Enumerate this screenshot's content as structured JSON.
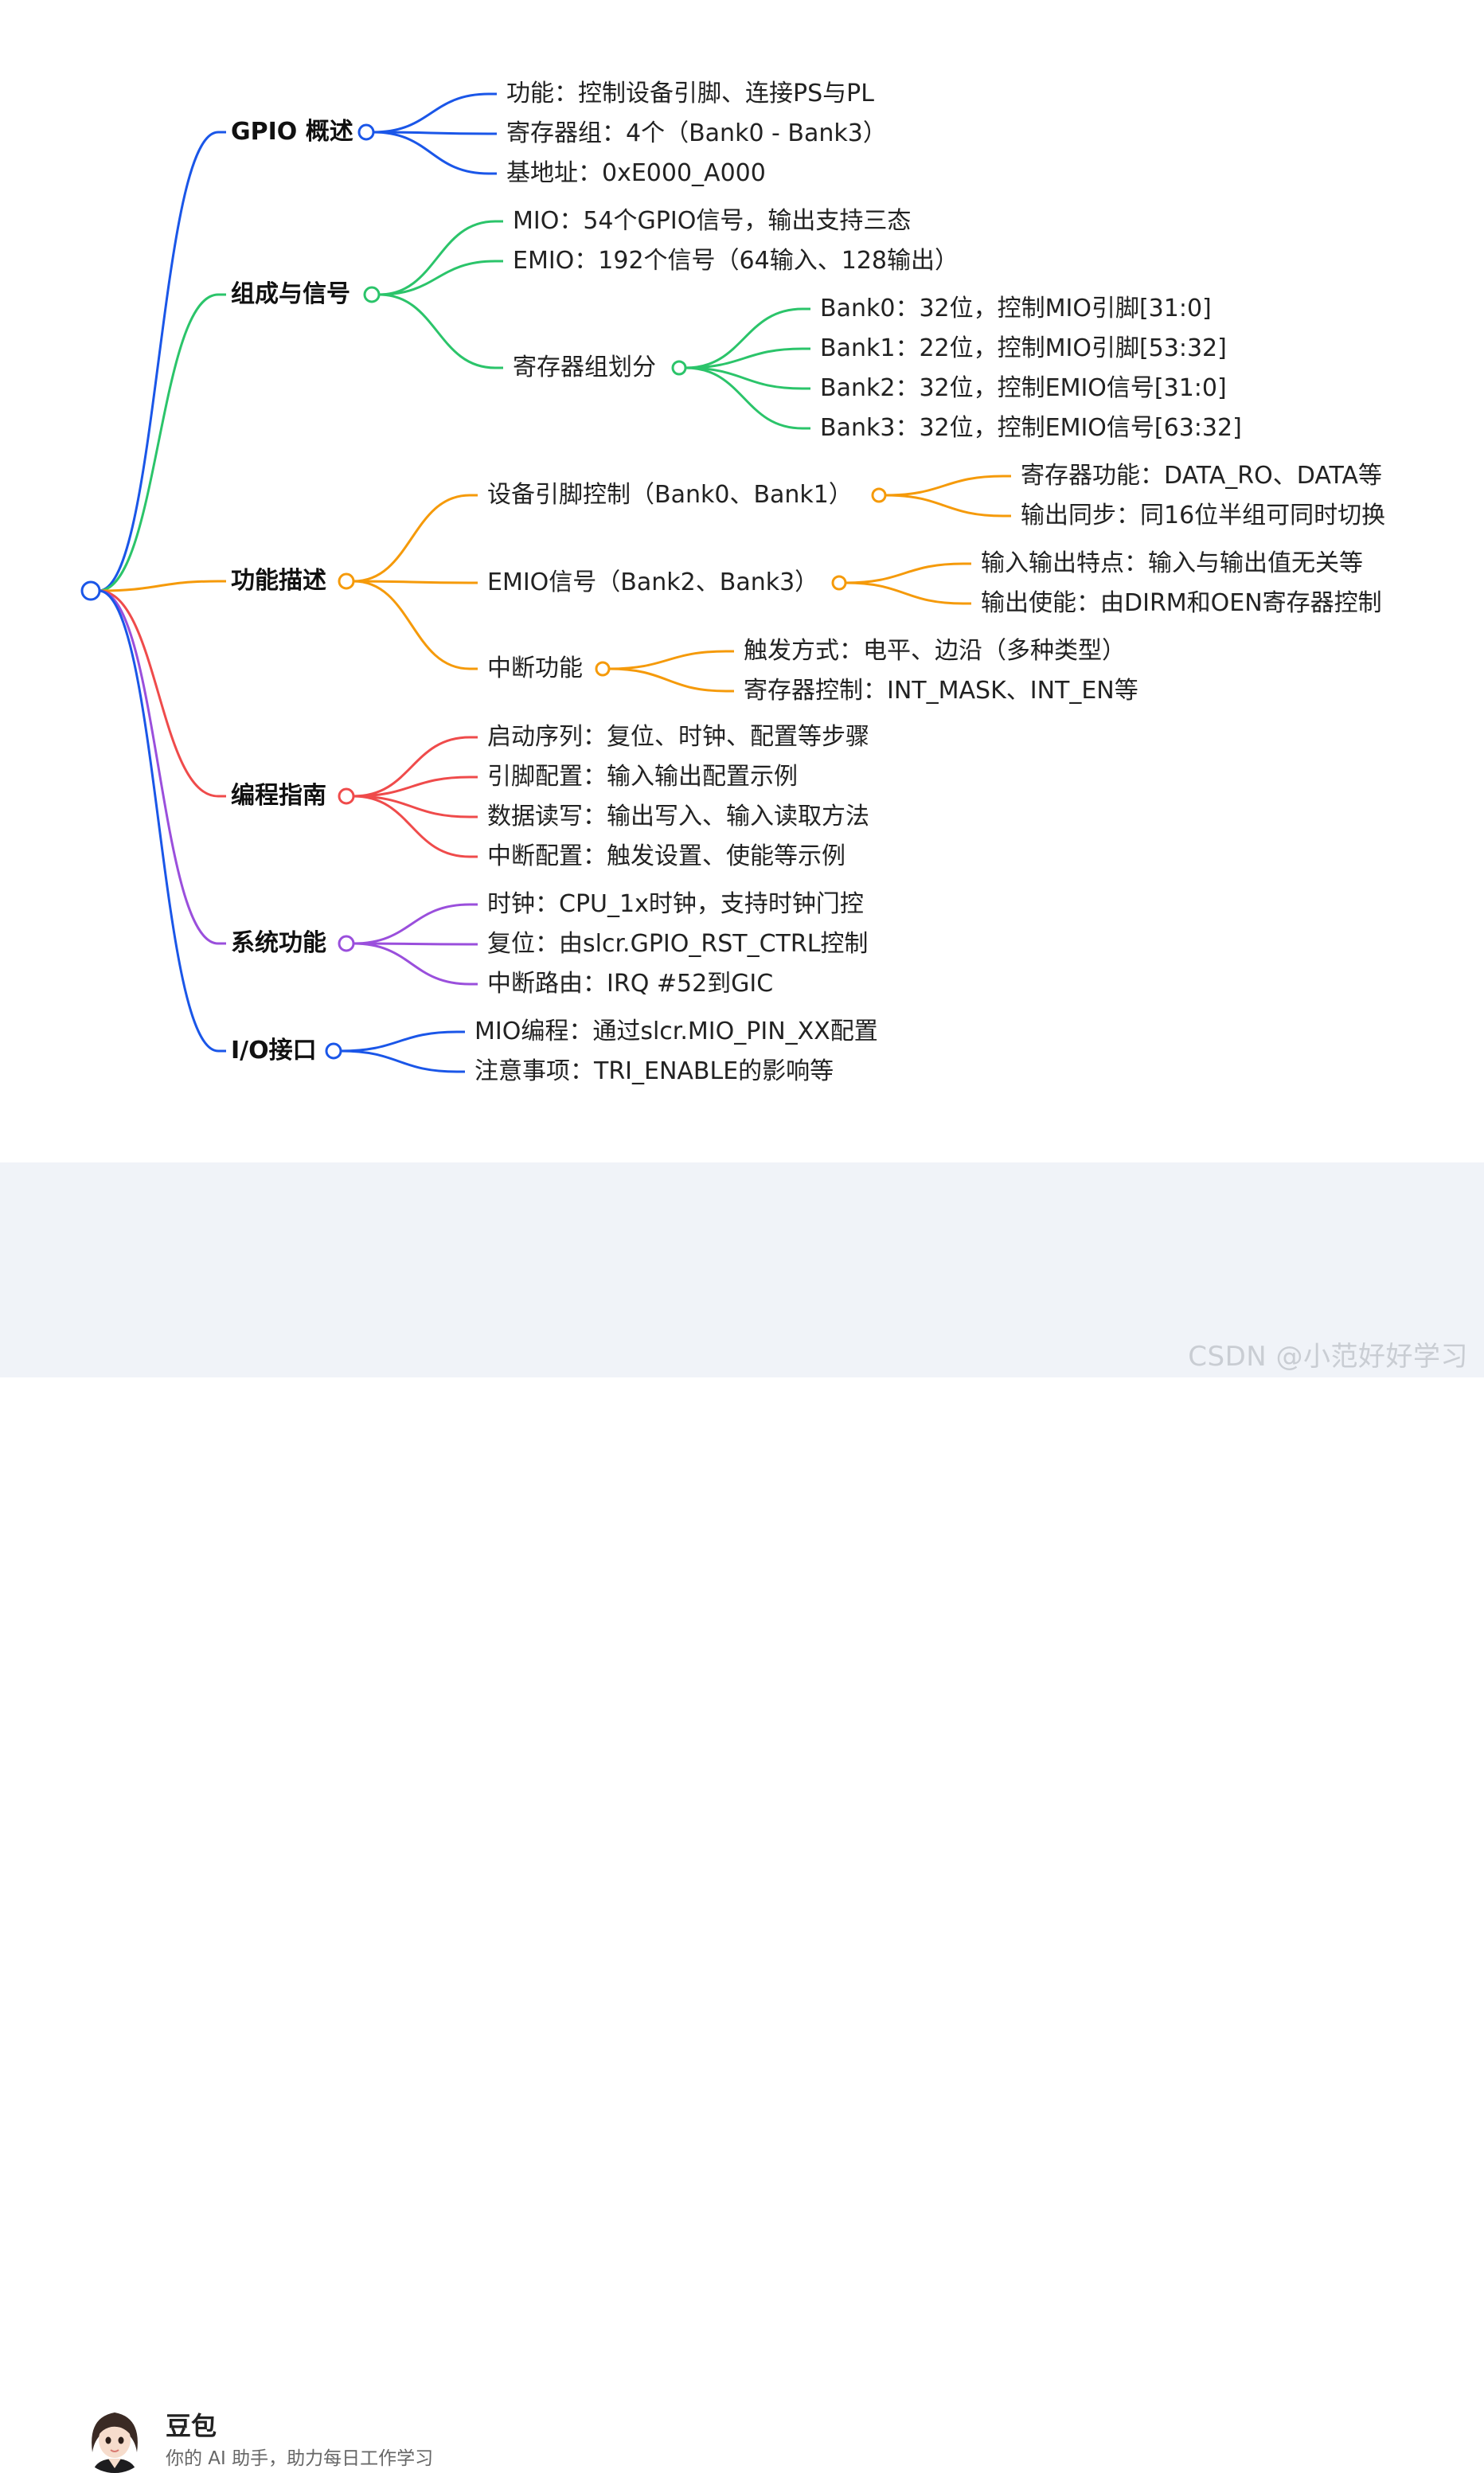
{
  "mindmap": {
    "branches": [
      {
        "label": "GPIO 概述",
        "color": "#1a56e8",
        "children": [
          {
            "label": "功能：控制设备引脚、连接PS与PL"
          },
          {
            "label": "寄存器组：4个（Bank0 - Bank3）"
          },
          {
            "label": "基地址：0xE000_A000"
          }
        ]
      },
      {
        "label": "组成与信号",
        "color": "#2bc46a",
        "children": [
          {
            "label": "MIO：54个GPIO信号，输出支持三态"
          },
          {
            "label": "EMIO：192个信号（64输入、128输出）"
          },
          {
            "label": "寄存器组划分",
            "children": [
              {
                "label": "Bank0：32位，控制MIO引脚[31:0]"
              },
              {
                "label": "Bank1：22位，控制MIO引脚[53:32]"
              },
              {
                "label": "Bank2：32位，控制EMIO信号[31:0]"
              },
              {
                "label": "Bank3：32位，控制EMIO信号[63:32]"
              }
            ]
          }
        ]
      },
      {
        "label": "功能描述",
        "color": "#f59a0a",
        "children": [
          {
            "label": "设备引脚控制（Bank0、Bank1）",
            "children": [
              {
                "label": "寄存器功能：DATA_RO、DATA等"
              },
              {
                "label": "输出同步：同16位半组可同时切换"
              }
            ]
          },
          {
            "label": "EMIO信号（Bank2、Bank3）",
            "children": [
              {
                "label": "输入输出特点：输入与输出值无关等"
              },
              {
                "label": "输出使能：由DIRM和OEN寄存器控制"
              }
            ]
          },
          {
            "label": "中断功能",
            "children": [
              {
                "label": "触发方式：电平、边沿（多种类型）"
              },
              {
                "label": "寄存器控制：INT_MASK、INT_EN等"
              }
            ]
          }
        ]
      },
      {
        "label": "编程指南",
        "color": "#ef4b4b",
        "children": [
          {
            "label": "启动序列：复位、时钟、配置等步骤"
          },
          {
            "label": "引脚配置：输入输出配置示例"
          },
          {
            "label": "数据读写：输出写入、输入读取方法"
          },
          {
            "label": "中断配置：触发设置、使能等示例"
          }
        ]
      },
      {
        "label": "系统功能",
        "color": "#9a4fdc",
        "children": [
          {
            "label": "时钟：CPU_1x时钟，支持时钟门控"
          },
          {
            "label": "复位：由slcr.GPIO_RST_CTRL控制"
          },
          {
            "label": "中断路由：IRQ #52到GIC"
          }
        ]
      },
      {
        "label": "I/O接口",
        "color": "#1a56e8",
        "children": [
          {
            "label": "MIO编程：通过slcr.MIO_PIN_XX配置"
          },
          {
            "label": "注意事项：TRI_ENABLE的影响等"
          }
        ]
      }
    ]
  },
  "footer": {
    "brand_name": "豆包",
    "tagline": "你的 AI 助手，助力每日工作学习",
    "avatar_icon": "avatar-portrait"
  },
  "watermark": "CSDN @小范好好学习"
}
